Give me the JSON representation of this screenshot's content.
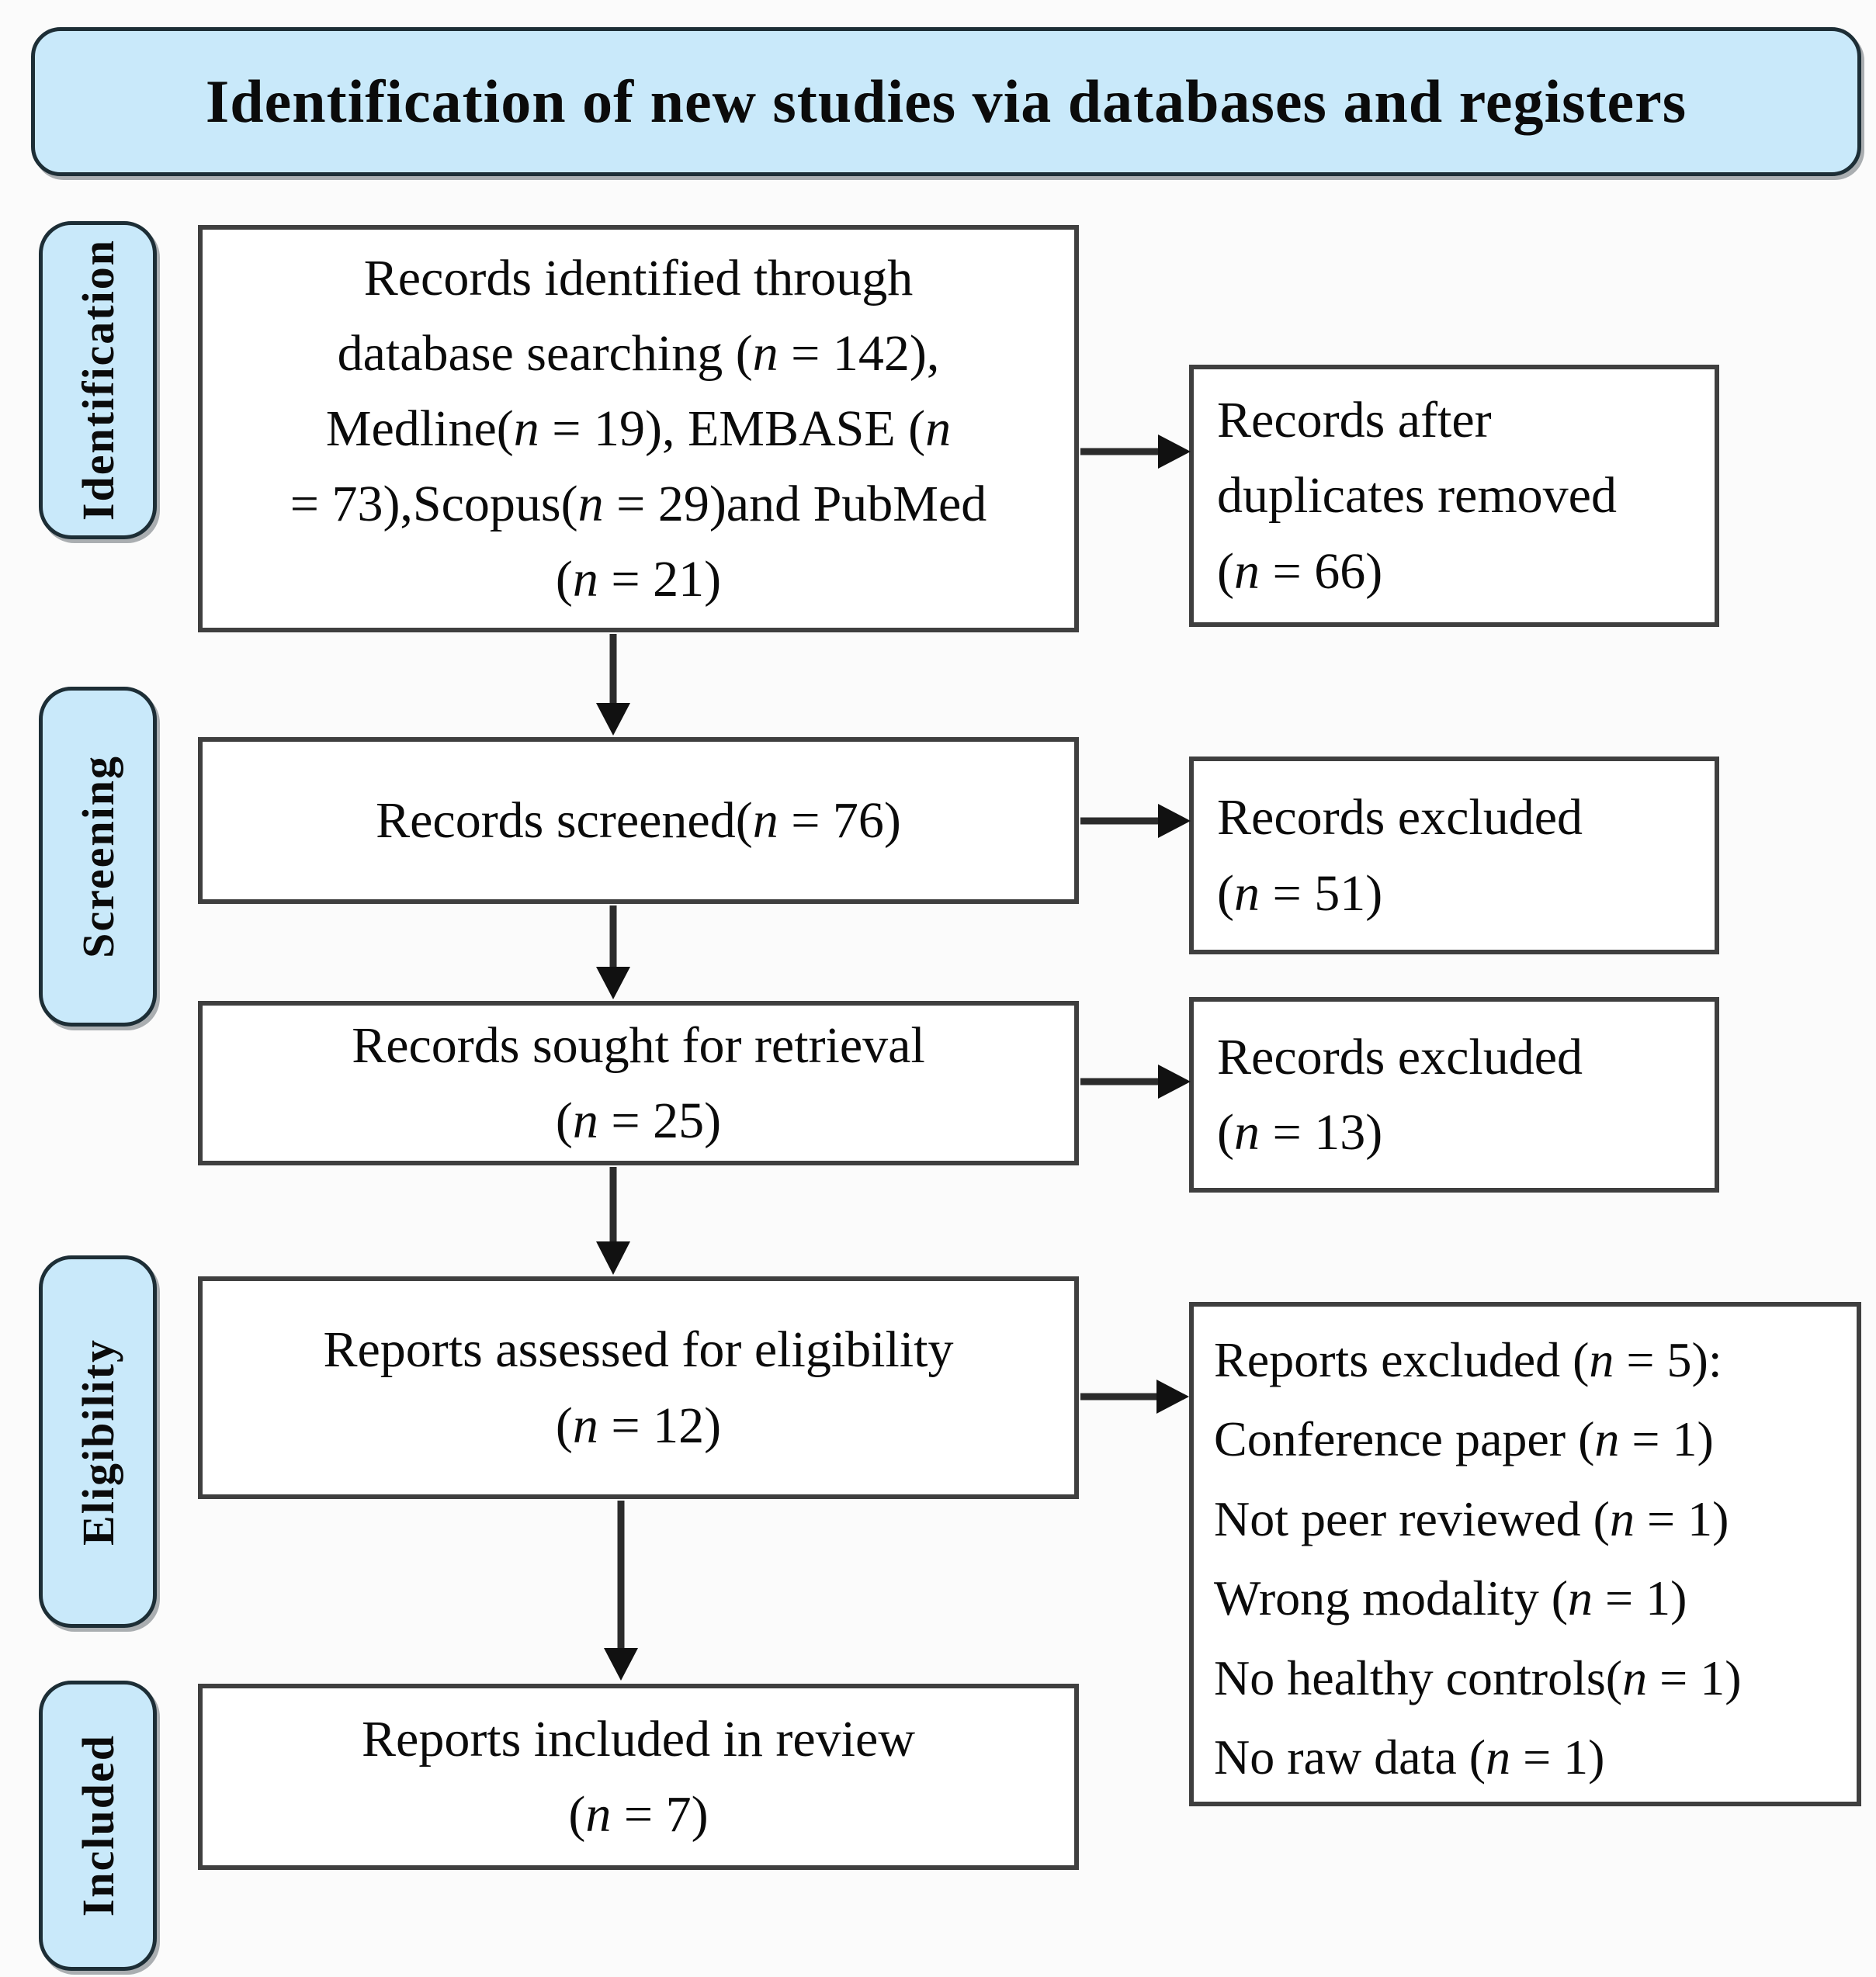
{
  "title": "Identification of new studies via databases and registers",
  "stage_labels": {
    "identification": "Identification",
    "screening": "Screening",
    "eligibility": "Eligibility",
    "included": "Included"
  },
  "boxes": {
    "identified": {
      "text": "Records identified through\ndatabase searching (n = 142),\nMedline(n = 19), EMBASE (n\n= 73),Scopus(n = 29)and PubMed\n(n = 21)"
    },
    "screened": {
      "text": "Records screened(n = 76)"
    },
    "sought": {
      "text": "Records sought for retrieval\n(n = 25)"
    },
    "assessed": {
      "text": "Reports assessed for eligibility\n(n = 12)"
    },
    "included_review": {
      "text": "Reports included in review\n(n = 7)"
    },
    "duplicates_removed": {
      "text": "Records after\nduplicates removed\n(n = 66)"
    },
    "excluded_screening": {
      "text": "Records excluded\n(n = 51)"
    },
    "excluded_retrieval": {
      "text": "Records excluded\n(n = 13)"
    },
    "excluded_reports": {
      "text": "Reports excluded (n = 5):\nConference paper (n = 1)\nNot peer reviewed (n = 1)\nWrong modality (n = 1)\nNo healthy controls(n = 1)\nNo raw data (n = 1)"
    }
  },
  "arrows": [
    {
      "from": "records-identified",
      "to": "records-after-duplicates-removed"
    },
    {
      "from": "records-identified",
      "to": "records-screened"
    },
    {
      "from": "records-screened",
      "to": "records-excluded-51"
    },
    {
      "from": "records-screened",
      "to": "records-sought-for-retrieval"
    },
    {
      "from": "records-sought-for-retrieval",
      "to": "records-excluded-13"
    },
    {
      "from": "records-sought-for-retrieval",
      "to": "reports-assessed-for-eligibility"
    },
    {
      "from": "reports-assessed-for-eligibility",
      "to": "reports-excluded-5"
    },
    {
      "from": "reports-assessed-for-eligibility",
      "to": "reports-included-in-review"
    }
  ],
  "colors": {
    "stage_fill": "#c9e9fa",
    "stage_border": "#1d2e36",
    "node_border": "#3f3f3f",
    "arrow": "#111111",
    "text": "#0b0b0b"
  }
}
